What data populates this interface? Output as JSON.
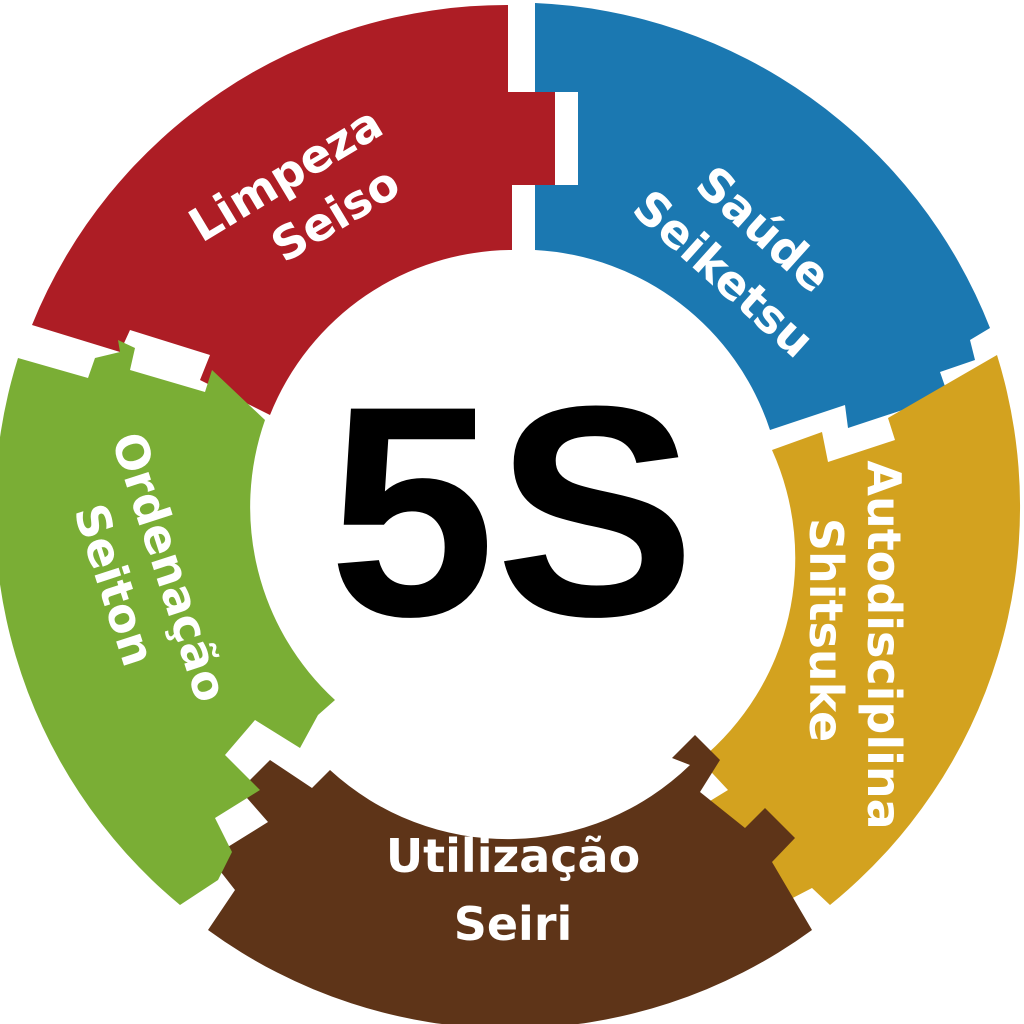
{
  "center": {
    "text": "5S"
  },
  "segments": [
    {
      "key": "limpeza",
      "line1": "Limpeza",
      "line2": "Seiso",
      "color": "#AD1D25"
    },
    {
      "key": "saude",
      "line1": "Saúde",
      "line2": "Seiketsu",
      "color": "#1B78B1"
    },
    {
      "key": "autodisciplina",
      "line1": "Autodisciplina",
      "line2": "Shitsuke",
      "color": "#D3A21F"
    },
    {
      "key": "utilizacao",
      "line1": "Utilização",
      "line2": "Seiri",
      "color": "#5E3418"
    },
    {
      "key": "ordenacao",
      "line1": "Ordenação",
      "line2": "Seiton",
      "color": "#7AAE35"
    }
  ]
}
